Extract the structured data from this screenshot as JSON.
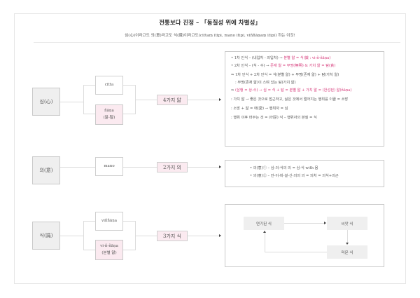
{
  "header": {
    "title_prefix": "전통보다 진정 – ",
    "title_em": "「동질성 위에 차별성」",
    "subtitle": "심(心)이라고도 의(意)라고도 식(識)이라고도(cittaṃ itipi, mano itipi, viññāṇaṃ itipi) 하는 이것!"
  },
  "rows": {
    "citta": {
      "root": "심(心)",
      "branch_top": "citta",
      "branch_bottom_1": "ñāṇa",
      "branch_bottom_2": "(앎-智)",
      "category": "4가지 앎",
      "notes": [
        {
          "text": "• 1차 인식 – (내입처 - 외입처) → ",
          "pink": "분별 앎 = 식(識 : vi-ñ-ñāṇa)"
        },
        {
          "text": "• 2차 인식 – (식 - 수) → ",
          "pink": "존재 앎 = 무명(無明) & 가치 앎 = 탐(貪)"
        },
        {
          "text": "⇒ 1차 인식 + 2차 인식 = 식(분별 앎) + 무명(존재 앎) + 탐(가치 앎)",
          "pink": ""
        },
        {
          "text": "  : 무명(존재 앎)이 스며 있는 탐(가치 앎)",
          "pink": ""
        },
        {
          "text": "⇒ ",
          "pink": "(삼행 = 상-수) → 심 = 식 + 탐 = 분별 앎 + 가치 앎 = (완성된) 앎(ñāṇa)"
        },
        {
          "text": ": 가치 앎 → 좋은 것으로 접근하고, 싫은 것에서 멀어지는 행위를 이끌 = 소망",
          "pink": ""
        },
        {
          "text": ": 소망 + 앎 = 애(愛) → 행위자 = 심",
          "pink": ""
        },
        {
          "text": ": 행위 이후 머무는 것 = (머문) 식 – 행위자의 본질 = 식",
          "pink": ""
        }
      ]
    },
    "mano": {
      "root": "의(意)",
      "branch": "mano",
      "category": "2가지 의",
      "notes": [
        "• 의(意)① – 심-의-식의 의 = 심-식 with 몸",
        "• 의(意)② – 안-이-비-설-신-의의 의 = 의처 = 의식+의근"
      ]
    },
    "vinnana": {
      "root": "식(識)",
      "branch_top": "viññāṇa",
      "branch_bottom_1": "vi-ñ-ñāṇa",
      "branch_bottom_2": "(분별 앎)",
      "category": "3가지 식",
      "cycle": {
        "node_a": "연기된 식",
        "node_b": "씨앗 식",
        "node_c": "머문 식"
      }
    }
  }
}
